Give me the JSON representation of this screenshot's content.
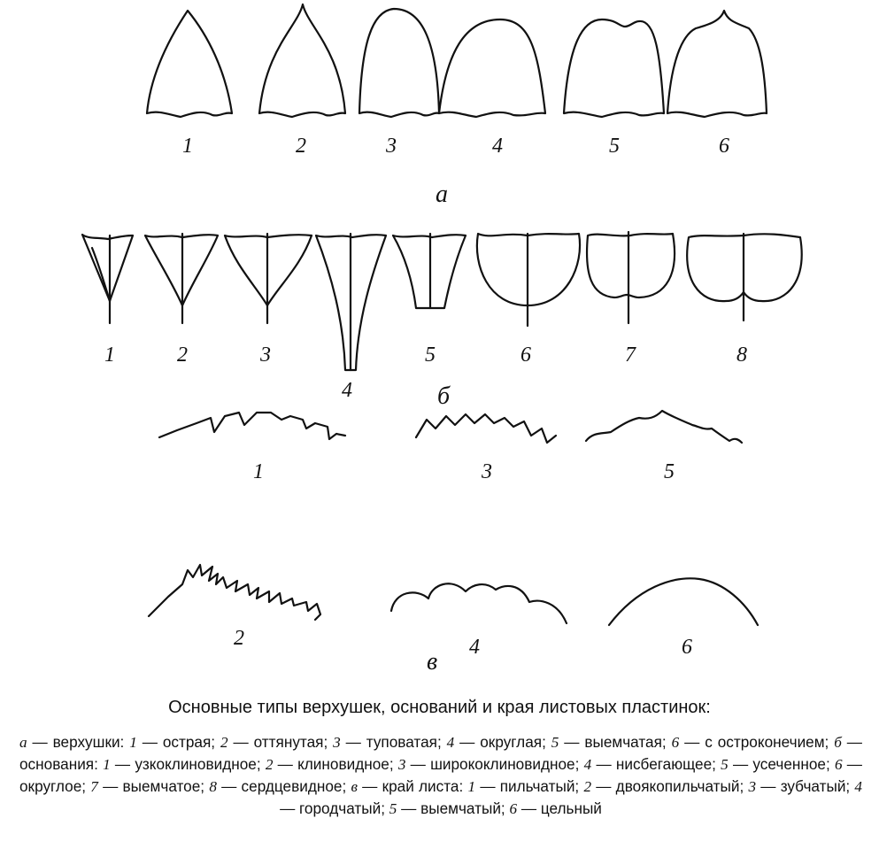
{
  "apex_labels": [
    "1",
    "2",
    "3",
    "4",
    "5",
    "6"
  ],
  "apex_section": "а",
  "base_labels": [
    "1",
    "2",
    "3",
    "4",
    "5",
    "6",
    "7",
    "8"
  ],
  "base_section": "б",
  "margin_labels": [
    "1",
    "2",
    "3",
    "4",
    "5",
    "6"
  ],
  "margin_section": "в",
  "caption": {
    "title": "Основные типы верхушек, оснований и края листовых пластинок:",
    "body": [
      {
        "k": "а",
        "t": " — верхушки: "
      },
      {
        "k": "1",
        "t": " — острая; "
      },
      {
        "k": "2",
        "t": " — оттянутая; "
      },
      {
        "k": "3",
        "t": " — туповатая; "
      },
      {
        "k": "4",
        "t": " — округлая; "
      },
      {
        "k": "5",
        "t": " — выемчатая; "
      },
      {
        "k": "6",
        "t": " — с остроконечием; "
      },
      {
        "k": "б",
        "t": " — основания: "
      },
      {
        "k": "1",
        "t": " — узкоклиновидное; "
      },
      {
        "k": "2",
        "t": " — клиновидное; "
      },
      {
        "k": "3",
        "t": " — ширококлиновидное; "
      },
      {
        "k": "4",
        "t": " — нисбегающее; "
      },
      {
        "k": "5",
        "t": " — усеченное; "
      },
      {
        "k": "6",
        "t": " — округлое; "
      },
      {
        "k": "7",
        "t": " — выемчатое; "
      },
      {
        "k": "8",
        "t": " — сердцевидное; "
      },
      {
        "k": "в",
        "t": " — край листа: "
      },
      {
        "k": "1",
        "t": " — пильчатый; "
      },
      {
        "k": "2",
        "t": " — двоякопильчатый; "
      },
      {
        "k": "3",
        "t": " — зубчатый; "
      },
      {
        "k": "4",
        "t": " — городчатый; "
      },
      {
        "k": "5",
        "t": " — выемчатый; "
      },
      {
        "k": "6",
        "t": " — цельный"
      }
    ]
  }
}
